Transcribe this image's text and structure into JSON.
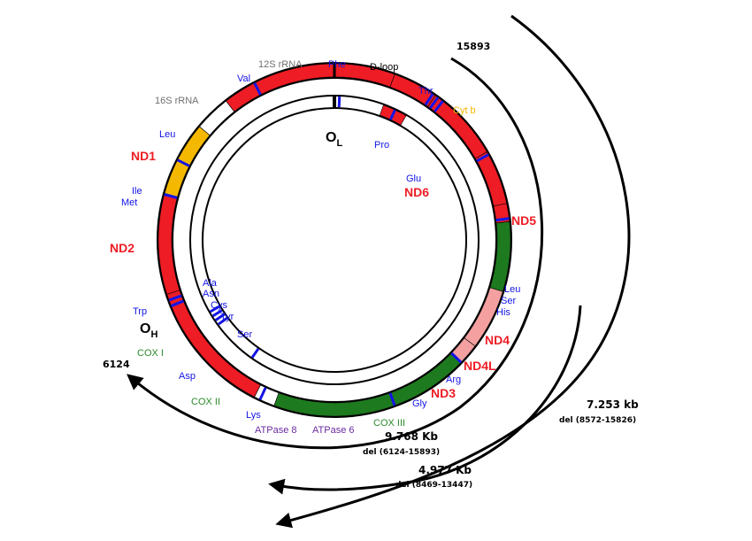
{
  "colors": {
    "nd": "#ee1c24",
    "trna": "#1414e6",
    "rrna": "#a0a0a0",
    "cox": "#1e7a1e",
    "atpase": "#f4a0a0",
    "cytb": "#f5b800",
    "atpase_label": "#6a2aa0",
    "cox_label": "#2a8a2a",
    "rrna_label": "#707070"
  },
  "labels": {
    "rrna_12s": "12S rRNA",
    "rrna_16s": "16S rRNA",
    "phe": "Phe",
    "dloop": "D-loop",
    "val": "Val",
    "thr": "Thr",
    "cytb": "Cyt b",
    "leu1": "Leu",
    "oL_main": "O",
    "oL_sub": "L",
    "pro": "Pro",
    "nd1": "ND1",
    "glu": "Glu",
    "nd6": "ND6",
    "ile": "Ile",
    "met": "Met",
    "nd5": "ND5",
    "nd2": "ND2",
    "ala": "Ala",
    "asn": "Asn",
    "cys": "Cys",
    "tyr": "Tyr",
    "leu2": "Leu",
    "ser2": "Ser",
    "his": "His",
    "trp": "Trp",
    "oH_main": "O",
    "oH_sub": "H",
    "ser1": "Ser",
    "nd4": "ND4",
    "cox1": "COX I",
    "nd4l": "ND4L",
    "asp": "Asp",
    "arg": "Arg",
    "nd3": "ND3",
    "cox2": "COX II",
    "gly": "Gly",
    "lys": "Lys",
    "cox3": "COX III",
    "atp8": "ATPase 8",
    "atp6": "ATPase 6"
  },
  "deletions": {
    "pos_15893": "15893",
    "pos_6124": "6124",
    "del1_size": "7.253 kb",
    "del1_range": "del (8572-15826)",
    "del2_size": "9.768 Kb",
    "del2_range": "del (6124-15893)",
    "del3_size": "4.977 Kb",
    "del3_range": "del (8469-13447)"
  }
}
